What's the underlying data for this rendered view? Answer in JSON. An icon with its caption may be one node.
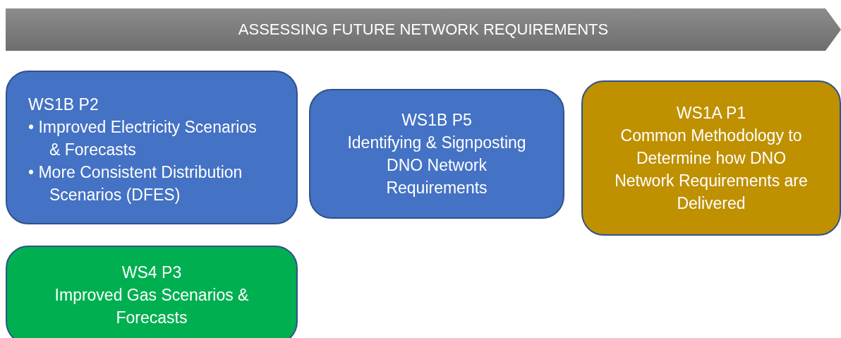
{
  "diagram": {
    "nodes": [
      {
        "text": [
          "ASSESSING FUTURE NETWORK REQUIREMENTS"
        ]
      },
      {
        "text": [
          "WS1B P2",
          "• Improved Electricity Scenarios & Forecasts",
          "• More Consistent Distribution Scenarios (DFES)"
        ]
      },
      {
        "text": [
          "WS1B P5",
          "Identifying & Signposting DNO Network Requirements"
        ]
      },
      {
        "text": [
          "WS1A P1",
          "Common Methodology to Determine how DNO Network Requirements are Delivered"
        ]
      },
      {
        "text": [
          "WS4 P3",
          "Improved Gas Scenarios & Forecasts"
        ]
      }
    ]
  }
}
